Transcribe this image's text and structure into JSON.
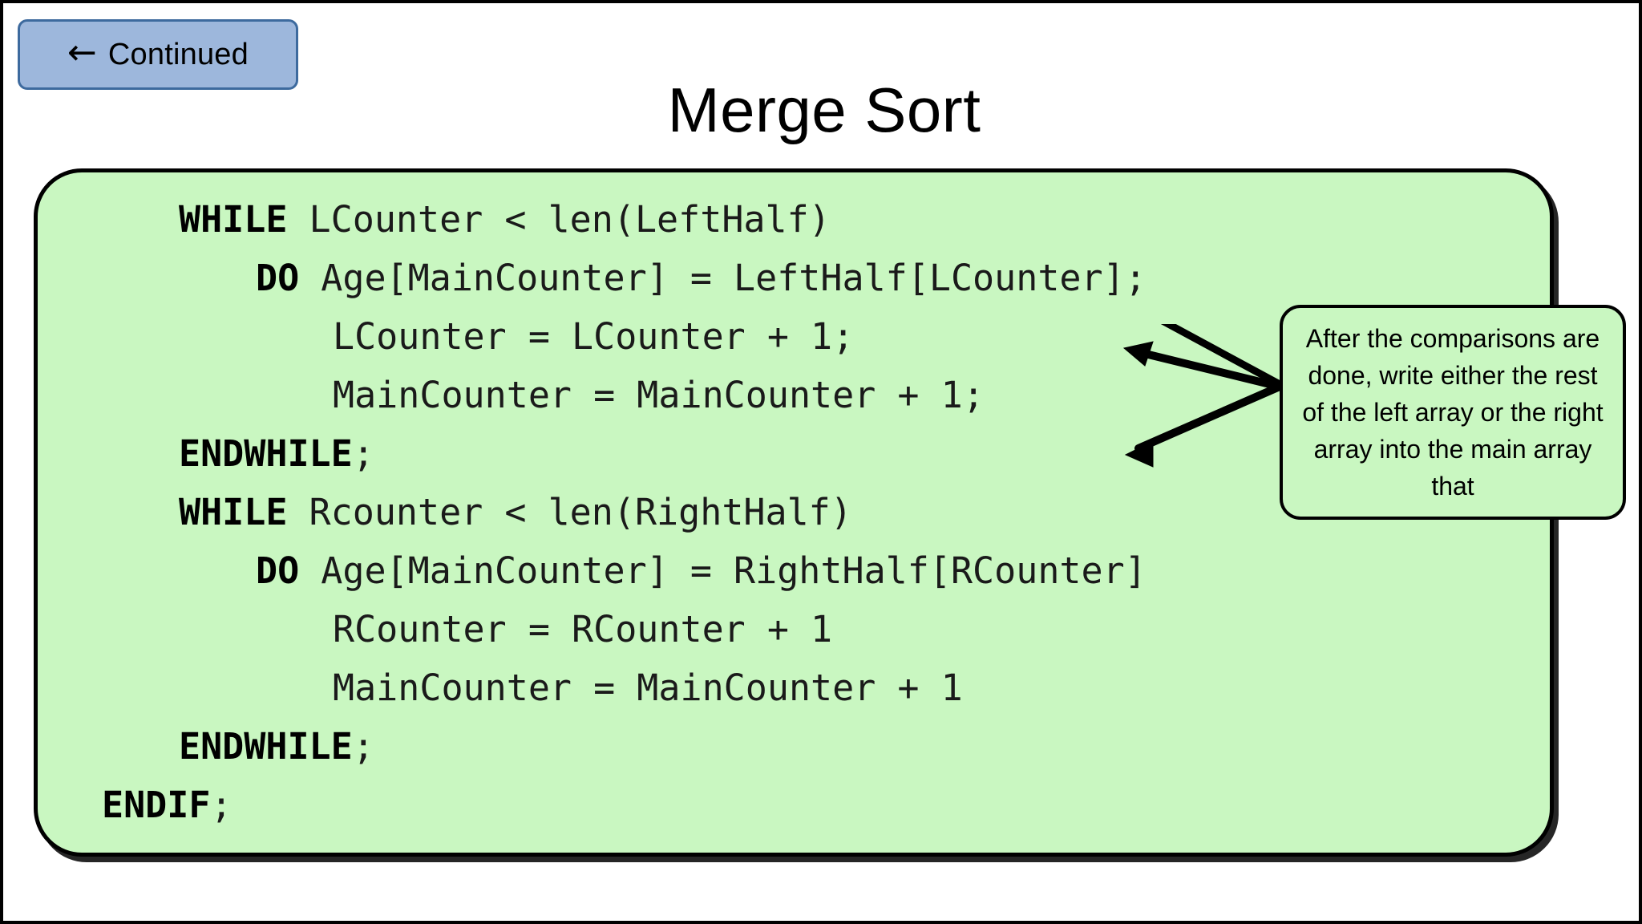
{
  "slide": {
    "title": "Merge Sort",
    "background_color": "#ffffff",
    "border_color": "#000000"
  },
  "nav": {
    "continued_button": {
      "label": "Continued",
      "icon": "left-arrow-icon",
      "glyph": "←",
      "fill_color": "#9DB7DC",
      "border_color": "#3D6A9E"
    }
  },
  "code_panel": {
    "fill_color": "#C9F7C1",
    "border_color": "#000000",
    "lines": [
      {
        "indent": 2,
        "keyword": "WHILE",
        "rest": " LCounter < len(LeftHalf)"
      },
      {
        "indent": 4,
        "keyword": "DO",
        "rest": " Age[MainCounter] = LeftHalf[LCounter];"
      },
      {
        "indent": 6,
        "keyword": "",
        "rest": "LCounter = LCounter + 1;"
      },
      {
        "indent": 6,
        "keyword": "",
        "rest": "MainCounter = MainCounter + 1;"
      },
      {
        "indent": 2,
        "keyword": "ENDWHILE",
        "rest": ";"
      },
      {
        "indent": 2,
        "keyword": "WHILE",
        "rest": " Rcounter < len(RightHalf)"
      },
      {
        "indent": 4,
        "keyword": "DO",
        "rest": " Age[MainCounter] = RightHalf[RCounter]"
      },
      {
        "indent": 6,
        "keyword": "",
        "rest": "RCounter = RCounter + 1"
      },
      {
        "indent": 6,
        "keyword": "",
        "rest": "MainCounter = MainCounter + 1"
      },
      {
        "indent": 2,
        "keyword": "ENDWHILE",
        "rest": ";"
      },
      {
        "indent": 0,
        "keyword": "ENDIF",
        "rest": ";"
      }
    ]
  },
  "callout": {
    "text": "After the comparisons are done, write either the rest of the left array or the right array into the main array that",
    "fill_color": "#C9F7C1",
    "border_color": "#000000",
    "arrows": [
      {
        "name": "arrow-to-lcounter-block",
        "direction": "up-left"
      },
      {
        "name": "arrow-to-rcounter-block",
        "direction": "down-left"
      }
    ]
  }
}
